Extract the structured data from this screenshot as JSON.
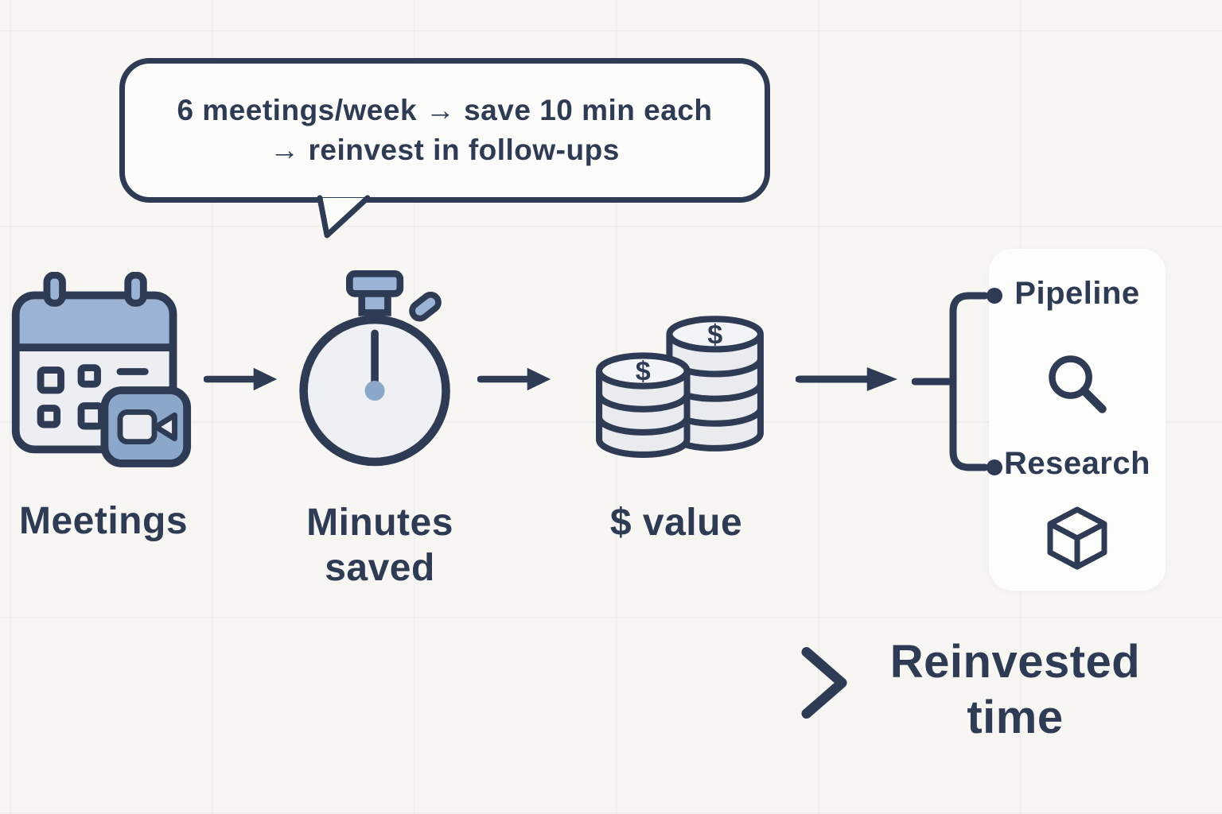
{
  "colors": {
    "ink": "#2e3b54",
    "accent_blue": "#9bb3d4",
    "accent_blue_deep": "#8ba7ca",
    "light_fill": "#eceef1",
    "coin_fill": "#e9ebee",
    "coin_top_fill": "#f3f4f6",
    "bubble_bg": "#fcfcfa",
    "card_bg": "#fdfdfb",
    "page_bg": "#f7f6f3"
  },
  "speech_bubble": {
    "line1": "6 meetings/week → save 10 min each",
    "line2": "→ reinvest in follow-ups"
  },
  "flow": {
    "step1": {
      "label": "Meetings",
      "icon": "calendar-video-icon"
    },
    "step2": {
      "label_line1": "Minutes",
      "label_line2": "saved",
      "icon": "stopwatch-icon"
    },
    "step3": {
      "label": "$ value",
      "icon": "coin-stacks-icon",
      "coin_symbol": "$"
    },
    "branch": {
      "top": {
        "label": "Pipeline",
        "icon": "search-icon"
      },
      "bottom": {
        "label": "Research",
        "icon": "cube-icon"
      }
    }
  },
  "footer": {
    "line1": "Reinvested",
    "line2": "time"
  }
}
